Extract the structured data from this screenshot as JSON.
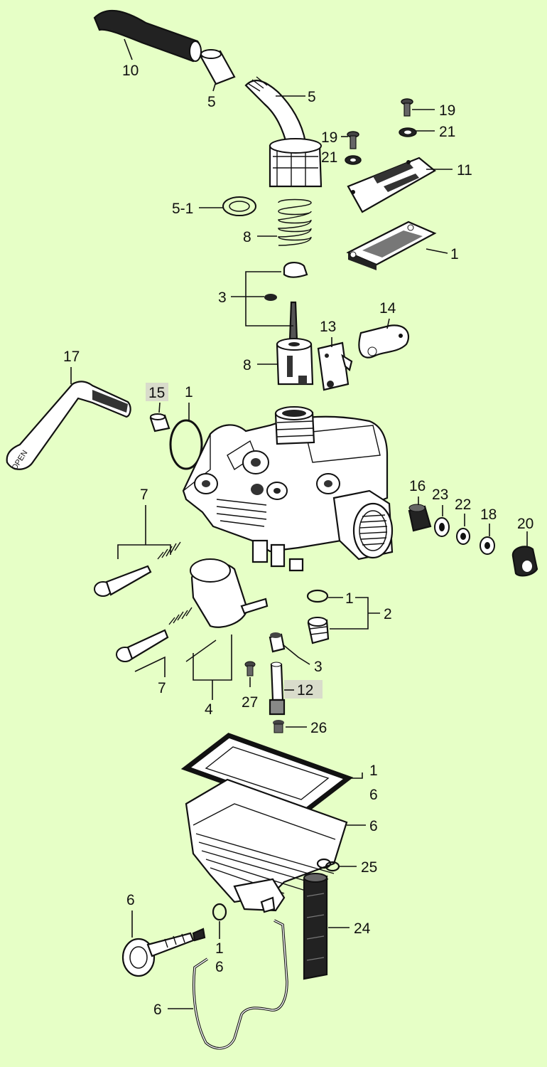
{
  "colors": {
    "background": "#e6ffc6",
    "ink": "#111111",
    "highlight": "#d9dccb"
  },
  "callouts": {
    "top_hose": "10",
    "clip_short": "5",
    "elbow_fitting": "5",
    "screw_upper": "19",
    "washer_upper": "21",
    "screw_lower": "19",
    "washer_lower": "21",
    "cover_plate": "11",
    "gasket_plate": "1",
    "cap_washer": "5-1",
    "throttle_spring": "8",
    "needle_clip": "3",
    "throttle_valve": "8",
    "link_block": "13",
    "lever_plate": "14",
    "choke_lever": "17",
    "bushing_15": "15",
    "o_ring_1": "1",
    "idle_screw_set": "7",
    "mixture_screw_set": "7",
    "float_and_pin": "4",
    "washer_seal": "1",
    "drain_bolt_group": "2",
    "needle_jet_group": "3",
    "slow_jet": "12",
    "screw_27": "27",
    "main_jet": "26",
    "bush_16": "16",
    "washer_23": "23",
    "washer_22": "22",
    "washer_18": "18",
    "nut_20": "20",
    "bowl_gasket_a": "1",
    "bowl_gasket_b": "6",
    "float_bowl": "6",
    "o_ring_25": "25",
    "overflow_tube": "24",
    "drain_screw": "6",
    "o_ring_small_a": "1",
    "o_ring_small_b": "6",
    "retaining_wire": "6"
  },
  "stamped_text": {
    "choke_lever_grip": "OPEN"
  }
}
